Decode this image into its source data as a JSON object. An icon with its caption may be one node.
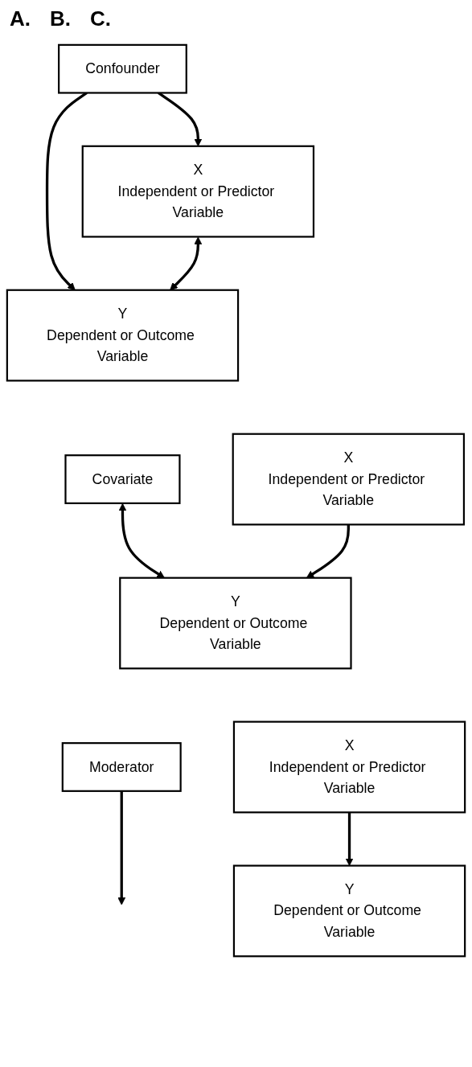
{
  "diagram": {
    "nodes": [
      {
        "text": [
          "Confounder"
        ]
      },
      {
        "text": [
          "X",
          "Independent or Predictor Variable"
        ]
      },
      {
        "text": [
          "Y",
          "Dependent or Outcome Variable"
        ]
      },
      {
        "text": [
          "Covariate"
        ]
      },
      {
        "text": [
          "X",
          "Independent or Predictor Variable"
        ]
      },
      {
        "text": [
          "Y",
          "Dependent or Outcome Variable"
        ]
      },
      {
        "text": [
          "Moderator"
        ]
      },
      {
        "text": [
          "X",
          "Independent or Predictor Variable"
        ]
      },
      {
        "text": [
          "Y",
          "Dependent or Outcome Variable"
        ]
      }
    ],
    "edges": [
      {
        "from": 0,
        "to": 1,
        "arrow": "to"
      },
      {
        "from": 0,
        "to": 2,
        "arrow": "to"
      },
      {
        "from": 1,
        "to": 2,
        "arrow": "both"
      },
      {
        "from": 3,
        "to": 5,
        "arrow": "both"
      },
      {
        "from": 4,
        "to": 5,
        "arrow": "to"
      },
      {
        "from": 6,
        "to": null,
        "arrow": "to"
      },
      {
        "from": 7,
        "to": 8,
        "arrow": "to"
      }
    ],
    "labels": [
      "A.",
      "B.",
      "C."
    ]
  }
}
